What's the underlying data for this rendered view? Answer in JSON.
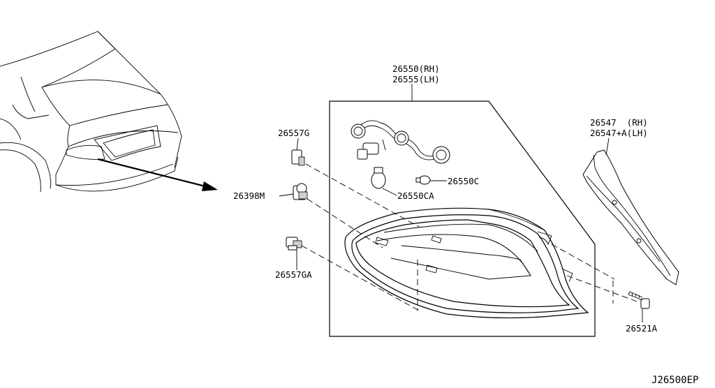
{
  "labels": {
    "lamp_rh": "26550(RH)",
    "lamp_lh": "26555(LH)",
    "finisher_rh": "26547  (RH)",
    "finisher_lh": "26547+A(LH)",
    "grommet_g": "26557G",
    "socket_m": "26398M",
    "grommet_ga": "26557GA",
    "bulb_c": "26550C",
    "bulb_ca": "26550CA",
    "bolt": "26521A",
    "diagram_code": "J26500EP"
  }
}
